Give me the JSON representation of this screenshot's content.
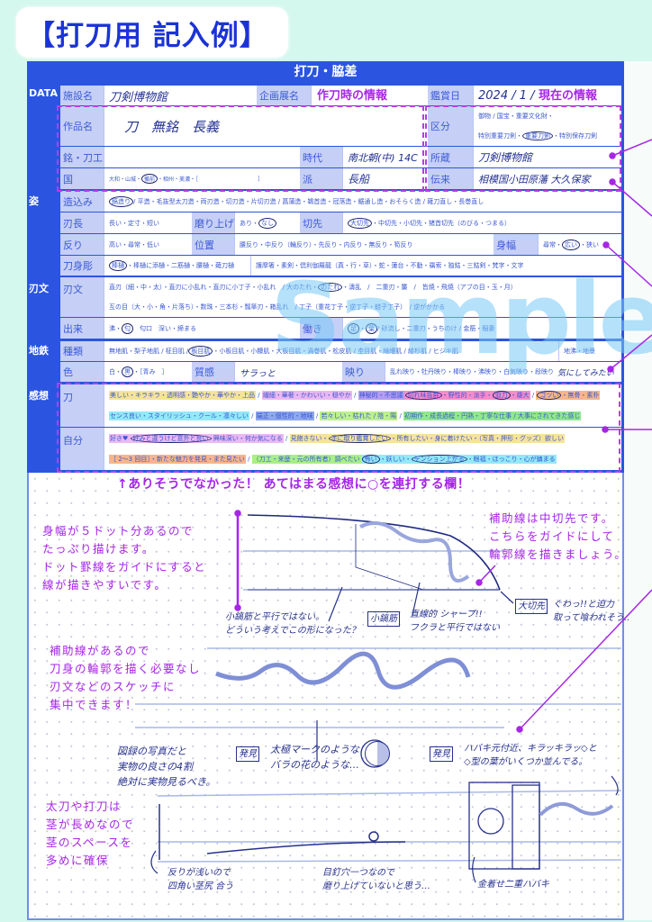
{
  "title": "【打刀用 記入例】",
  "sheet_header": "打刀・脇差",
  "watermark": "Sample",
  "side_labels": {
    "data": "DATA",
    "sugata": "姿",
    "hamon": "刃文",
    "jigane": "地鉄",
    "kanso": "感想"
  },
  "annotations": {
    "saku_info": "作刀時の情報",
    "current_info": "現在の情報"
  },
  "data": {
    "facility": {
      "label": "施設名",
      "value": "刀剣博物館"
    },
    "exhibition": {
      "label": "企画展名",
      "value": ""
    },
    "date": {
      "label": "鑑賞日",
      "value": "2024 / 1 /"
    },
    "work": {
      "label": "作品名",
      "value": "刀　無銘　長義"
    },
    "smith": {
      "label": "銘・刀工",
      "value": ""
    },
    "era": {
      "label": "時代",
      "value": "南北朝(中) 14C"
    },
    "province": {
      "label": "国",
      "options": [
        "大和・山城・",
        {
          "circled": "備前"
        },
        "・相州・美濃・［　　　　　　　　　　　］"
      ]
    },
    "school": {
      "label": "派",
      "value": "長船"
    },
    "category": {
      "label": "区分",
      "line1": [
        "御物 / 国宝・重要文化財・"
      ],
      "line2": [
        "特別重要刀剣・",
        {
          "circled": "重要刀剣"
        },
        "・特別保存刀剣"
      ]
    },
    "collection": {
      "label": "所蔵",
      "value": "刀剣博物館"
    },
    "provenance": {
      "label": "伝来",
      "value": "相模国小田原藩 大久保家"
    }
  },
  "sugata": {
    "tsukurikomi": {
      "label": "造込み",
      "options": [
        {
          "circled": "鎬造り"
        },
        " / 平造・毛抜型太刀造・両刃造・切刃造・片切刃造 / 菖蒲造・鵜首造・冠落造・鋸通し造・おそらく造 / 薙刀直し・長巻直し"
      ]
    },
    "hacho": {
      "label": "刃長",
      "options": [
        "長い・定寸・短い"
      ]
    },
    "suriage": {
      "label": "磨り上げ",
      "options": [
        "あり・",
        {
          "circled": "なし"
        }
      ]
    },
    "kissaki": {
      "label": "切先",
      "options": [
        {
          "circled": "大切先"
        },
        "・中切先・小切先・猪首切先（のびる・つまる）"
      ]
    },
    "sori": {
      "label": "反り",
      "options": [
        "高い・尋常・低い"
      ]
    },
    "ichi": {
      "label": "位置",
      "options": [
        "腰反り・中反り（輪反り）・先反り・内反り・無反り・筍反り"
      ]
    },
    "mihaba": {
      "label": "身幅",
      "options": [
        "尋常・",
        {
          "circled": "広い"
        },
        "・狭い"
      ]
    },
    "horimono": {
      "label": "刀身彫",
      "options": [
        {
          "circled": "棒樋"
        },
        "・棒樋に添樋・二筋樋・腰樋・薙刀樋"
      ],
      "options2": [
        "護摩箸・素剣・倶利伽羅龍（真・行・草）・蛇・蓮台・不動・羂索・独鈷・三鈷剣・梵字・文字"
      ]
    }
  },
  "hamon": {
    "hamon": {
      "label": "刃文",
      "line1": [
        "直刃（細・中・太）・直刃に小乱れ・直刃に小丁子・小乱れ　/ 大のたれ・",
        {
          "circled": "のたれ"
        },
        "・濤乱　/　二重刃・簾　/　皆焼・飛焼（アブの目・玉・月）"
      ],
      "line2": [
        "互の目（大・小・角・片落ち）・数珠・三本杉・瓢箪刃・箱乱れ　/ 丁子（重花丁子・逆丁子・蛙子丁子）　/ 逆がかかる"
      ]
    },
    "deki": {
      "label": "出来",
      "options": [
        "沸・",
        {
          "circled": "匂"
        },
        "　匂口　深い・締まる"
      ]
    },
    "hataraki": {
      "label": "働き",
      "options": [
        {
          "circled": "足"
        },
        "・",
        {
          "circled": "葉"
        },
        " / 砂流し・二重刃・うちのけ / 金筋・稲妻"
      ]
    }
  },
  "jigane": {
    "kind": {
      "label": "種類",
      "options": [
        "無地肌・梨子地肌 / 柾目肌 / ",
        {
          "circled": "板目肌"
        },
        "・小板目肌・小糠肌・大板目肌・渦巻肌・松皮肌 / 杢目肌・綸縷肌 / 綾杉肌 / ヒジキ肌"
      ],
      "options2": [
        "地沸・地景"
      ]
    },
    "color": {
      "label": "色",
      "options": [
        "白・",
        {
          "circled": "黒"
        },
        "・［青み　］"
      ]
    },
    "texture": {
      "label": "質感",
      "value": "サラっと"
    },
    "utsuri": {
      "label": "映り",
      "options": [
        "乱れ映り・牡丹映り・棒映り・沸映り・白気映り・段映り"
      ],
      "note": "気にしてみたい"
    }
  },
  "kanso": {
    "katana": {
      "label": "刀",
      "line1": [
        {
          "hl": "#f6e39a",
          "items": [
            "美しい・キラキラ・透明感・艶やか・華やか・上品"
          ]
        },
        " / ",
        {
          "hl": "#ebb8f2",
          "items": [
            "繊細・華奢・かわいい・穏やか"
          ]
        },
        " / ",
        {
          "hl": "#b39cf2",
          "items": [
            "神秘的・不思議"
          ]
        },
        {
          "hl": "#f78ccb",
          "items": [
            {
              "circled": "切れ味抜群"
            },
            "・野性的・派手・",
            {
              "circled": "迫力"
            },
            "・雄大"
          ]
        },
        " / ",
        {
          "hl": "#f8b58b",
          "items": [
            {
              "circled": "ゴツい"
            },
            "・無骨・素朴"
          ]
        }
      ],
      "line2": [
        {
          "hl": "#93e9f8",
          "items": [
            "センス良い・スタイリッシュ・クール・凛々しい"
          ]
        },
        " / ",
        {
          "hl": "#8fa8ef",
          "items": [
            "端正・個性的・地味"
          ]
        },
        " / ",
        {
          "hl": "#bdf08e",
          "items": [
            "若々しい・枯れた / 陰・陽"
          ]
        },
        " / ",
        {
          "hl": "#90e890",
          "items": [
            "初期作・成長過程・円熟・丁寧な仕事 / 大事にされてきた感じ"
          ]
        }
      ]
    },
    "self": {
      "label": "自分",
      "line1": [
        {
          "hl": "#ebb8f2",
          "items": [
            "好き♥ ",
            {
              "circled": "好みと違うけど意外と良い"
            },
            " 興味深い・何か気になる"
          ]
        },
        " / ",
        {
          "hl": "#f6e39a",
          "items": [
            "見飽きない・",
            {
              "circled": "手に取り鑑賞したい"
            },
            "・所有したい・身に着けたい・（写真・押形・グッズ）欲しい"
          ]
        }
      ],
      "line2": [
        {
          "hl": "#f8b58b",
          "items": [
            "［ 2〜3 回目］・新たな魅力を発見・また見たい"
          ]
        },
        " / ",
        {
          "hl": "#a8ef8a",
          "items": [
            "（刀工・来歴・元の所有者）調べたい"
          ]
        },
        {
          "hl": "#93e9f8",
          "items": [
            {
              "circled": "怖い"
            },
            "・妖しい・",
            {
              "circled": "テンション上がる"
            },
            "・眼福・ほっこり・心が鎮まる"
          ]
        }
      ]
    }
  },
  "notes": {
    "banner": "↑ありそうでなかった！ あてはまる感想に○を連打する欄！",
    "mihaba": [
      "身幅が５ドット分あるので",
      "たっぷり描けます。",
      "ドット罫線をガイドにすると",
      "線が描きやすいです。"
    ],
    "guide": [
      "補助線は中切先です。",
      "こちらをガイドにして",
      "輪郭線を描きましょう。"
    ],
    "focus": [
      "補助線があるので",
      "刀身の輪郭を描く必要なし",
      "刃文などのスケッチに",
      "集中できます！"
    ],
    "nakago": [
      "太刀や打刀は",
      "茎が長めなので",
      "茎のスペースを",
      "多めに確保"
    ]
  },
  "handwriting": {
    "koshinogi_q": [
      "小鎬筋と平行ではない。",
      "どういう考えでこの形になった？"
    ],
    "koshinogi_label": "小鎬筋",
    "koshinogi_note": [
      "直線的 シャープ!!",
      "フクラと平行ではない"
    ],
    "okissaki_label": "大切先",
    "okissaki_note": [
      "ぐわっ!!と迫力",
      "取って喰われそう.."
    ],
    "photo_note": [
      "図録の写真だと",
      "実物の良さの4割",
      "絶対に実物見るべき。"
    ],
    "discovery_label": "発見",
    "taikyoku": [
      "太極マークのような",
      "バラの花のような…"
    ],
    "habaki_note": [
      "ハバキ元付近、キラッキラッ◇と",
      "◇型の葉がいくつか並んでる。"
    ],
    "nakagojiri": [
      "反りが浅いので",
      "四角い茎尻 合う"
    ],
    "mekugi": [
      "目釘穴一つなので",
      "磨り上げていないと思う…"
    ],
    "habaki": "金着せ二重ハバキ"
  },
  "colors": {
    "brand_blue": "#2b55e0",
    "annotation_purple": "#a626e8",
    "ink": "#26308c",
    "background": "#d4f7ee"
  }
}
